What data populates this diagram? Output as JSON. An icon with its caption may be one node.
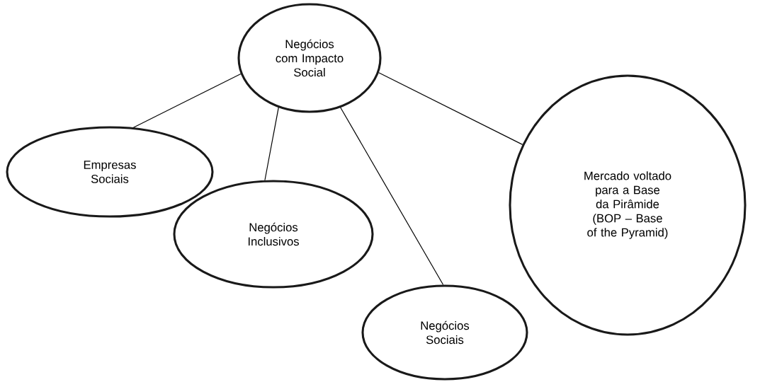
{
  "diagram": {
    "nodes": [
      {
        "text": [
          "Negócios com Impacto Social"
        ]
      },
      {
        "text": [
          "Empresas Sociais"
        ]
      },
      {
        "text": [
          "Negócios Inclusivos"
        ]
      },
      {
        "text": [
          "Negócios Sociais"
        ]
      },
      {
        "text": [
          "Mercado voltado para a Base da Pirâmide (BOP – Base of the Pyramid)"
        ]
      }
    ],
    "edges": [
      {
        "from": 0,
        "to": 1,
        "arrow": "none"
      },
      {
        "from": 0,
        "to": 2,
        "arrow": "none"
      },
      {
        "from": 0,
        "to": 3,
        "arrow": "none"
      },
      {
        "from": 0,
        "to": 4,
        "arrow": "none"
      }
    ]
  }
}
